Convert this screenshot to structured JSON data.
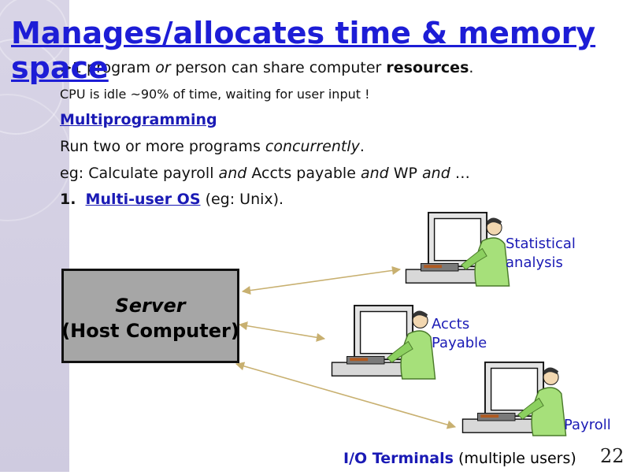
{
  "slide": {
    "title": "Manages/allocates time & memory space",
    "lines": {
      "l1": {
        "prefix": ">1 program ",
        "or": "or",
        "mid": " person can share computer ",
        "bold": "resources",
        "end": "."
      },
      "l2": "CPU is idle ~90% of time, waiting for user input !",
      "l3": "Multiprogramming",
      "l4": {
        "pre": "Run two or more programs ",
        "em": "concurrently",
        "end": "."
      },
      "l5": {
        "a": "eg: Calculate payroll ",
        "and1": "and",
        "b": " Accts payable ",
        "and2": "and",
        "c": " WP ",
        "and3": "and",
        "d": " …"
      },
      "l6": {
        "num": "1.",
        "link": "Multi-user OS",
        "rest": " (eg: Unix)."
      }
    },
    "server": {
      "line1": "Server",
      "line2": "(Host Computer)"
    },
    "terminals": [
      {
        "label_line1": "Statistical",
        "label_line2": "analysis"
      },
      {
        "label_line1": "Accts",
        "label_line2": "Payable"
      },
      {
        "label_line1": "Payroll",
        "label_line2": ""
      }
    ],
    "footer": {
      "bold": "I/O Terminals",
      "rest": " (multiple users)"
    },
    "page_number": "22"
  },
  "colors": {
    "title": "#1d1dd6",
    "link": "#1a1ab5",
    "sidebar": "#d3cfe3",
    "server": "#a6a6a6",
    "arrow": "#c8b070"
  }
}
